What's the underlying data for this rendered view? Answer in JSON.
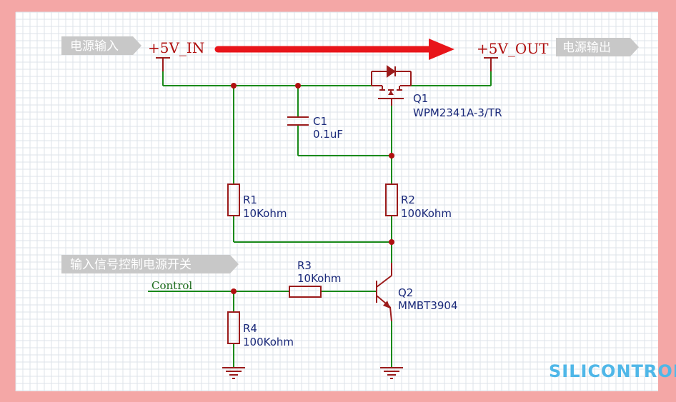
{
  "tags": {
    "power_in": "电源输入",
    "power_out": "电源输出",
    "control_signal": "输入信号控制电源开关"
  },
  "nets": {
    "in": "+5V_IN",
    "out": "+5V_OUT",
    "control": "Control"
  },
  "components": {
    "q1": {
      "ref": "Q1",
      "value": "WPM2341A-3/TR"
    },
    "c1": {
      "ref": "C1",
      "value": "0.1uF"
    },
    "r1": {
      "ref": "R1",
      "value": "10Kohm"
    },
    "r2": {
      "ref": "R2",
      "value": "100Kohm"
    },
    "r3": {
      "ref": "R3",
      "value": "10Kohm"
    },
    "r4": {
      "ref": "R4",
      "value": "100Kohm"
    },
    "q2": {
      "ref": "Q2",
      "value": "MMBT3904"
    }
  },
  "logo": {
    "text": "SILICONTROL"
  },
  "colors": {
    "frame": "#f4a7a6",
    "wire": "#1a8a1a",
    "component": "#9b1b1b",
    "arrow": "#e8151a",
    "tag": "#c8c8c8"
  }
}
